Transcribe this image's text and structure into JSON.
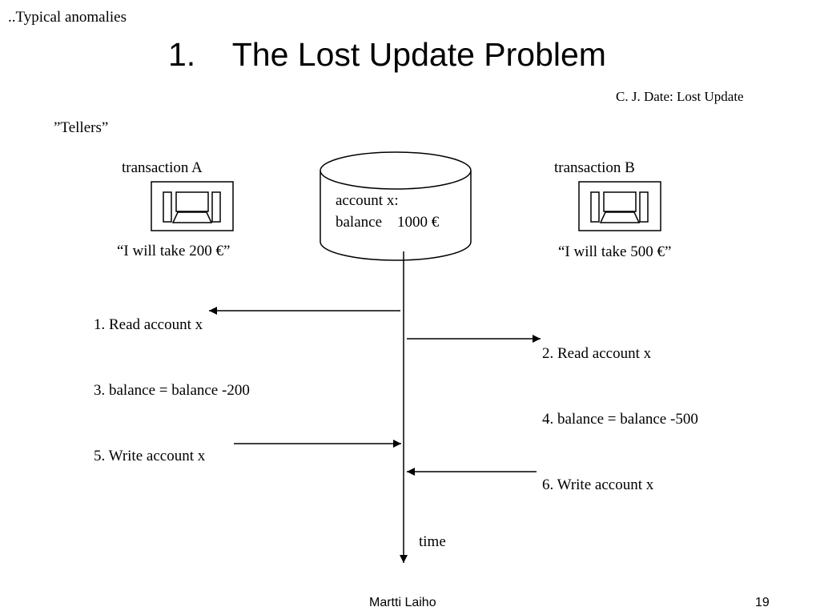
{
  "slide": {
    "section": "..Typical  anomalies",
    "title": "1.    The Lost Update Problem",
    "reference": "C. J. Date: Lost Update",
    "author": "Martti Laiho",
    "page_number": "19"
  },
  "diagram": {
    "tellers_label": "”Tellers”",
    "database": {
      "line1": "account x:",
      "line2": "balance    1000 €"
    },
    "transaction_a": {
      "label": "transaction A",
      "quote": "“I will take 200 €”",
      "icon": "computer-terminal-icon"
    },
    "transaction_b": {
      "label": "transaction B",
      "quote": "“I will take 500 €”",
      "icon": "computer-terminal-icon"
    },
    "steps": [
      {
        "text": "1. Read account x",
        "side": "A",
        "arrow": "from-db"
      },
      {
        "text": "2. Read account x",
        "side": "B",
        "arrow": "from-db"
      },
      {
        "text": "3. balance = balance -200",
        "side": "A",
        "arrow": "none"
      },
      {
        "text": "4. balance = balance -500",
        "side": "B",
        "arrow": "none"
      },
      {
        "text": "5. Write account x",
        "side": "A",
        "arrow": "to-db"
      },
      {
        "text": "6. Write account x",
        "side": "B",
        "arrow": "to-db"
      }
    ],
    "time_label": "time"
  }
}
